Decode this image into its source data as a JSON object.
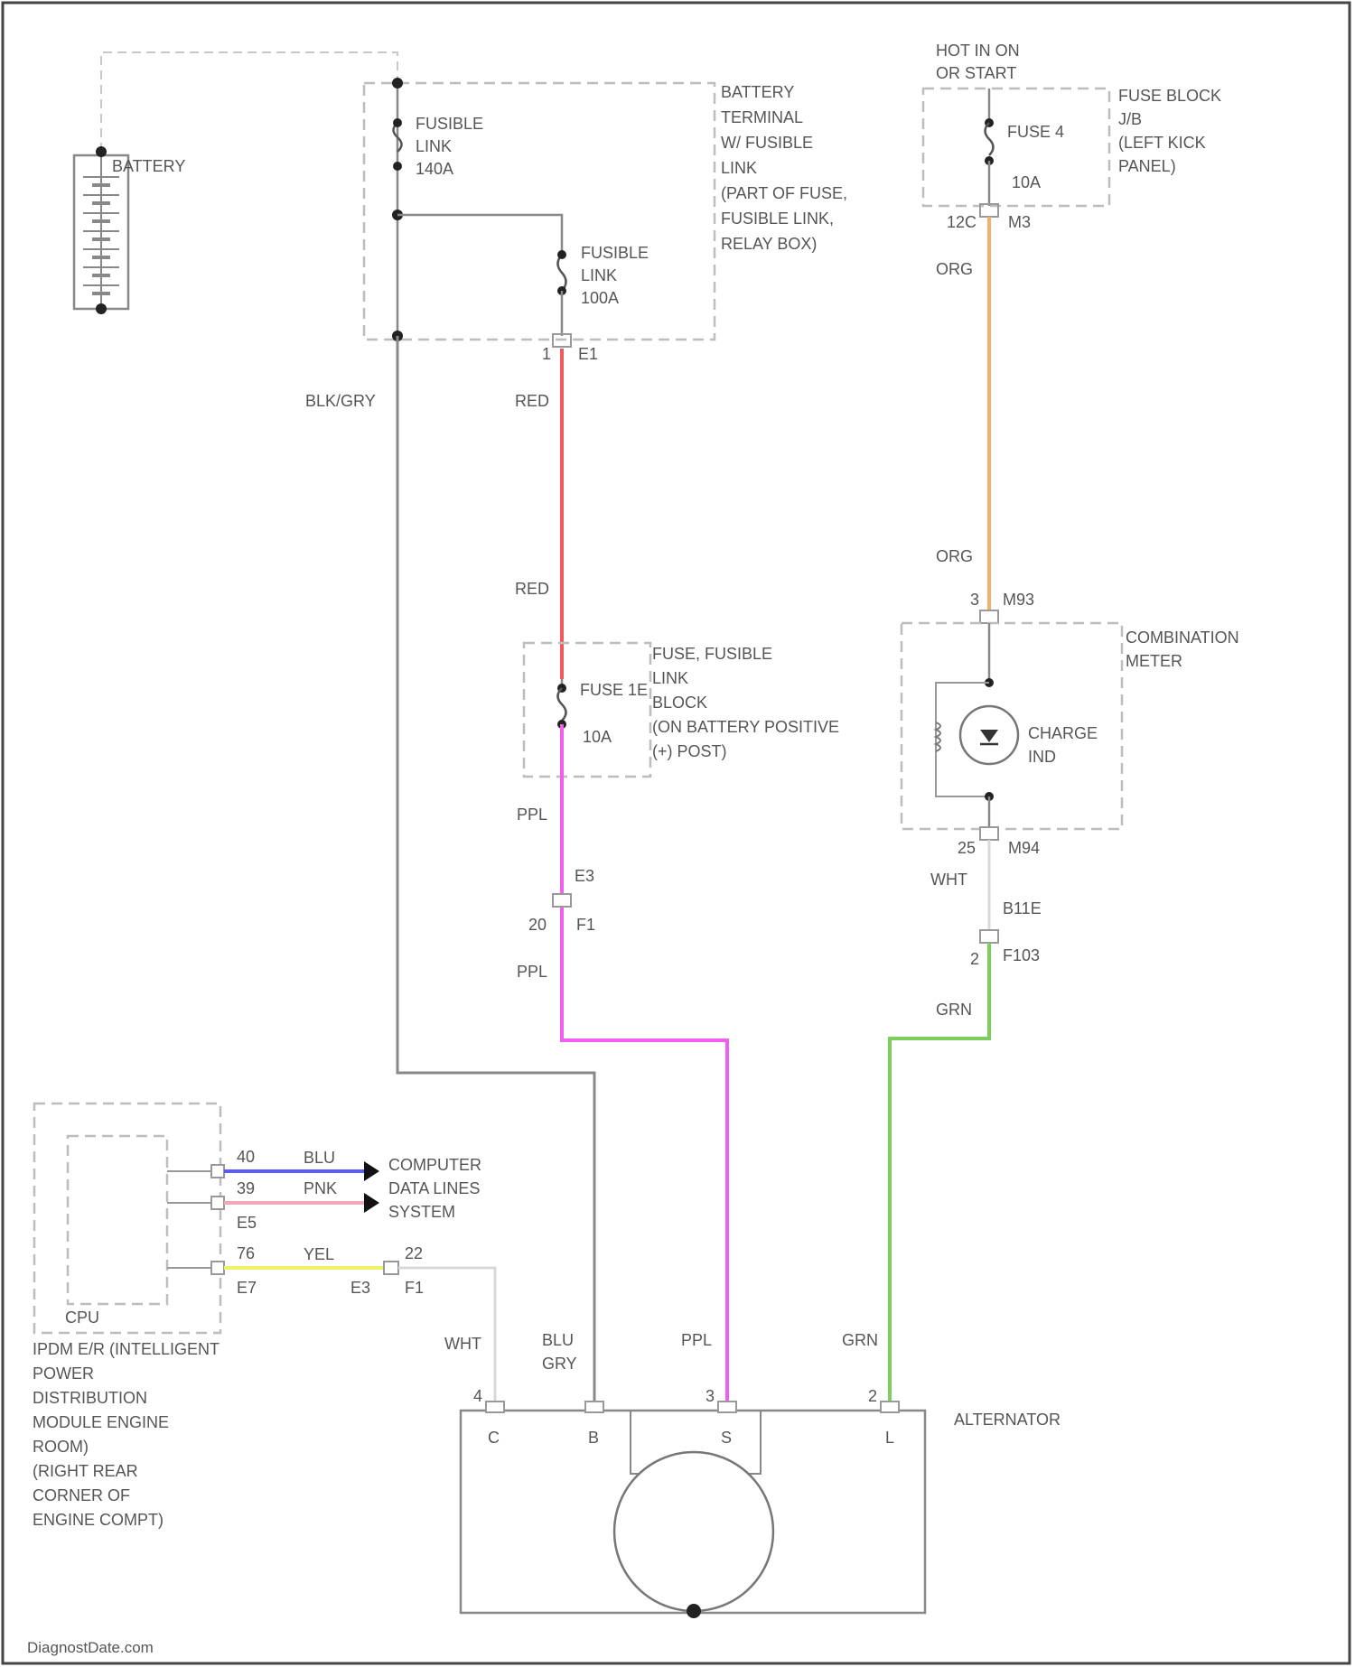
{
  "colors": {
    "RED": "#f05a5a",
    "ORG": "#f4b06a",
    "PPL": "#f060f0",
    "GRN": "#7ccf5c",
    "BLU": "#5a5aff",
    "PNK": "#f2a8b8",
    "YEL": "#f2f26a",
    "WHT": "#d8d8d8",
    "BLK_GRY": "#888888"
  },
  "battery": {
    "label": "BATTERY"
  },
  "battery_terminal": {
    "fusible_link_140": [
      "FUSIBLE",
      "LINK",
      "140A"
    ],
    "fusible_link_100": [
      "FUSIBLE",
      "LINK",
      "100A"
    ],
    "label": [
      "BATTERY",
      "TERMINAL",
      "W/ FUSIBLE",
      "LINK",
      "(PART OF FUSE,",
      "FUSIBLE LINK,",
      "RELAY BOX)"
    ],
    "pin": "1",
    "connector": "E1"
  },
  "hot_label": [
    "HOT IN ON",
    "OR START"
  ],
  "fuse_block": {
    "fuse": "FUSE 4",
    "amp": "10A",
    "label": [
      "FUSE BLOCK",
      "J/B",
      "(LEFT KICK",
      "PANEL)"
    ],
    "pin": "12C",
    "connector": "M3"
  },
  "fuse_link_block": {
    "fuse": "FUSE 1E",
    "amp": "10A",
    "label": [
      "FUSE, FUSIBLE",
      "LINK",
      "BLOCK",
      "(ON BATTERY POSITIVE",
      "(+) POST)"
    ]
  },
  "combination_meter": {
    "label": [
      "COMBINATION",
      "METER"
    ],
    "indicator": [
      "CHARGE",
      "IND"
    ],
    "top_pin": "3",
    "top_connector": "M93",
    "bottom_pin": "25",
    "bottom_connector": "M94"
  },
  "wire_labels": {
    "blk_gry": "BLK/GRY",
    "red_upper": "RED",
    "red_lower": "RED",
    "org_upper": "ORG",
    "org_lower": "ORG",
    "ppl_upper": "PPL",
    "ppl_lower": "PPL",
    "ppl_alt": "PPL",
    "wht_meter": "WHT",
    "grn_upper": "GRN",
    "grn_alt": "GRN",
    "blu_gry_top": "BLU",
    "blu_gry_bottom": "GRY",
    "wht_c": "WHT",
    "blu": "BLU",
    "pnk": "PNK",
    "yel": "YEL"
  },
  "connectors": {
    "e3": "E3",
    "f1": "F1",
    "pin_20": "20",
    "b11e": "B11E",
    "f103": "F103",
    "pin_2": "2"
  },
  "ipdm": {
    "label": [
      "IPDM E/R (INTELLIGENT",
      "POWER",
      "DISTRIBUTION",
      "MODULE ENGINE",
      "ROOM)",
      "(RIGHT REAR",
      "CORNER OF",
      "ENGINE COMPT)"
    ],
    "cpu": "CPU",
    "pins": {
      "blu": "40",
      "pnk": "39",
      "e5": "E5",
      "yel": "76",
      "e7": "E7"
    },
    "computer_label": [
      "COMPUTER",
      "DATA LINES",
      "SYSTEM"
    ],
    "yel_connector": "E3",
    "yel_pin": "22",
    "yel_connector2": "F1"
  },
  "alternator": {
    "label": "ALTERNATOR",
    "terminals": [
      "C",
      "B",
      "S",
      "L"
    ],
    "pins": [
      "4",
      "",
      "3",
      "2"
    ]
  },
  "watermark": "DiagnostDate.com"
}
